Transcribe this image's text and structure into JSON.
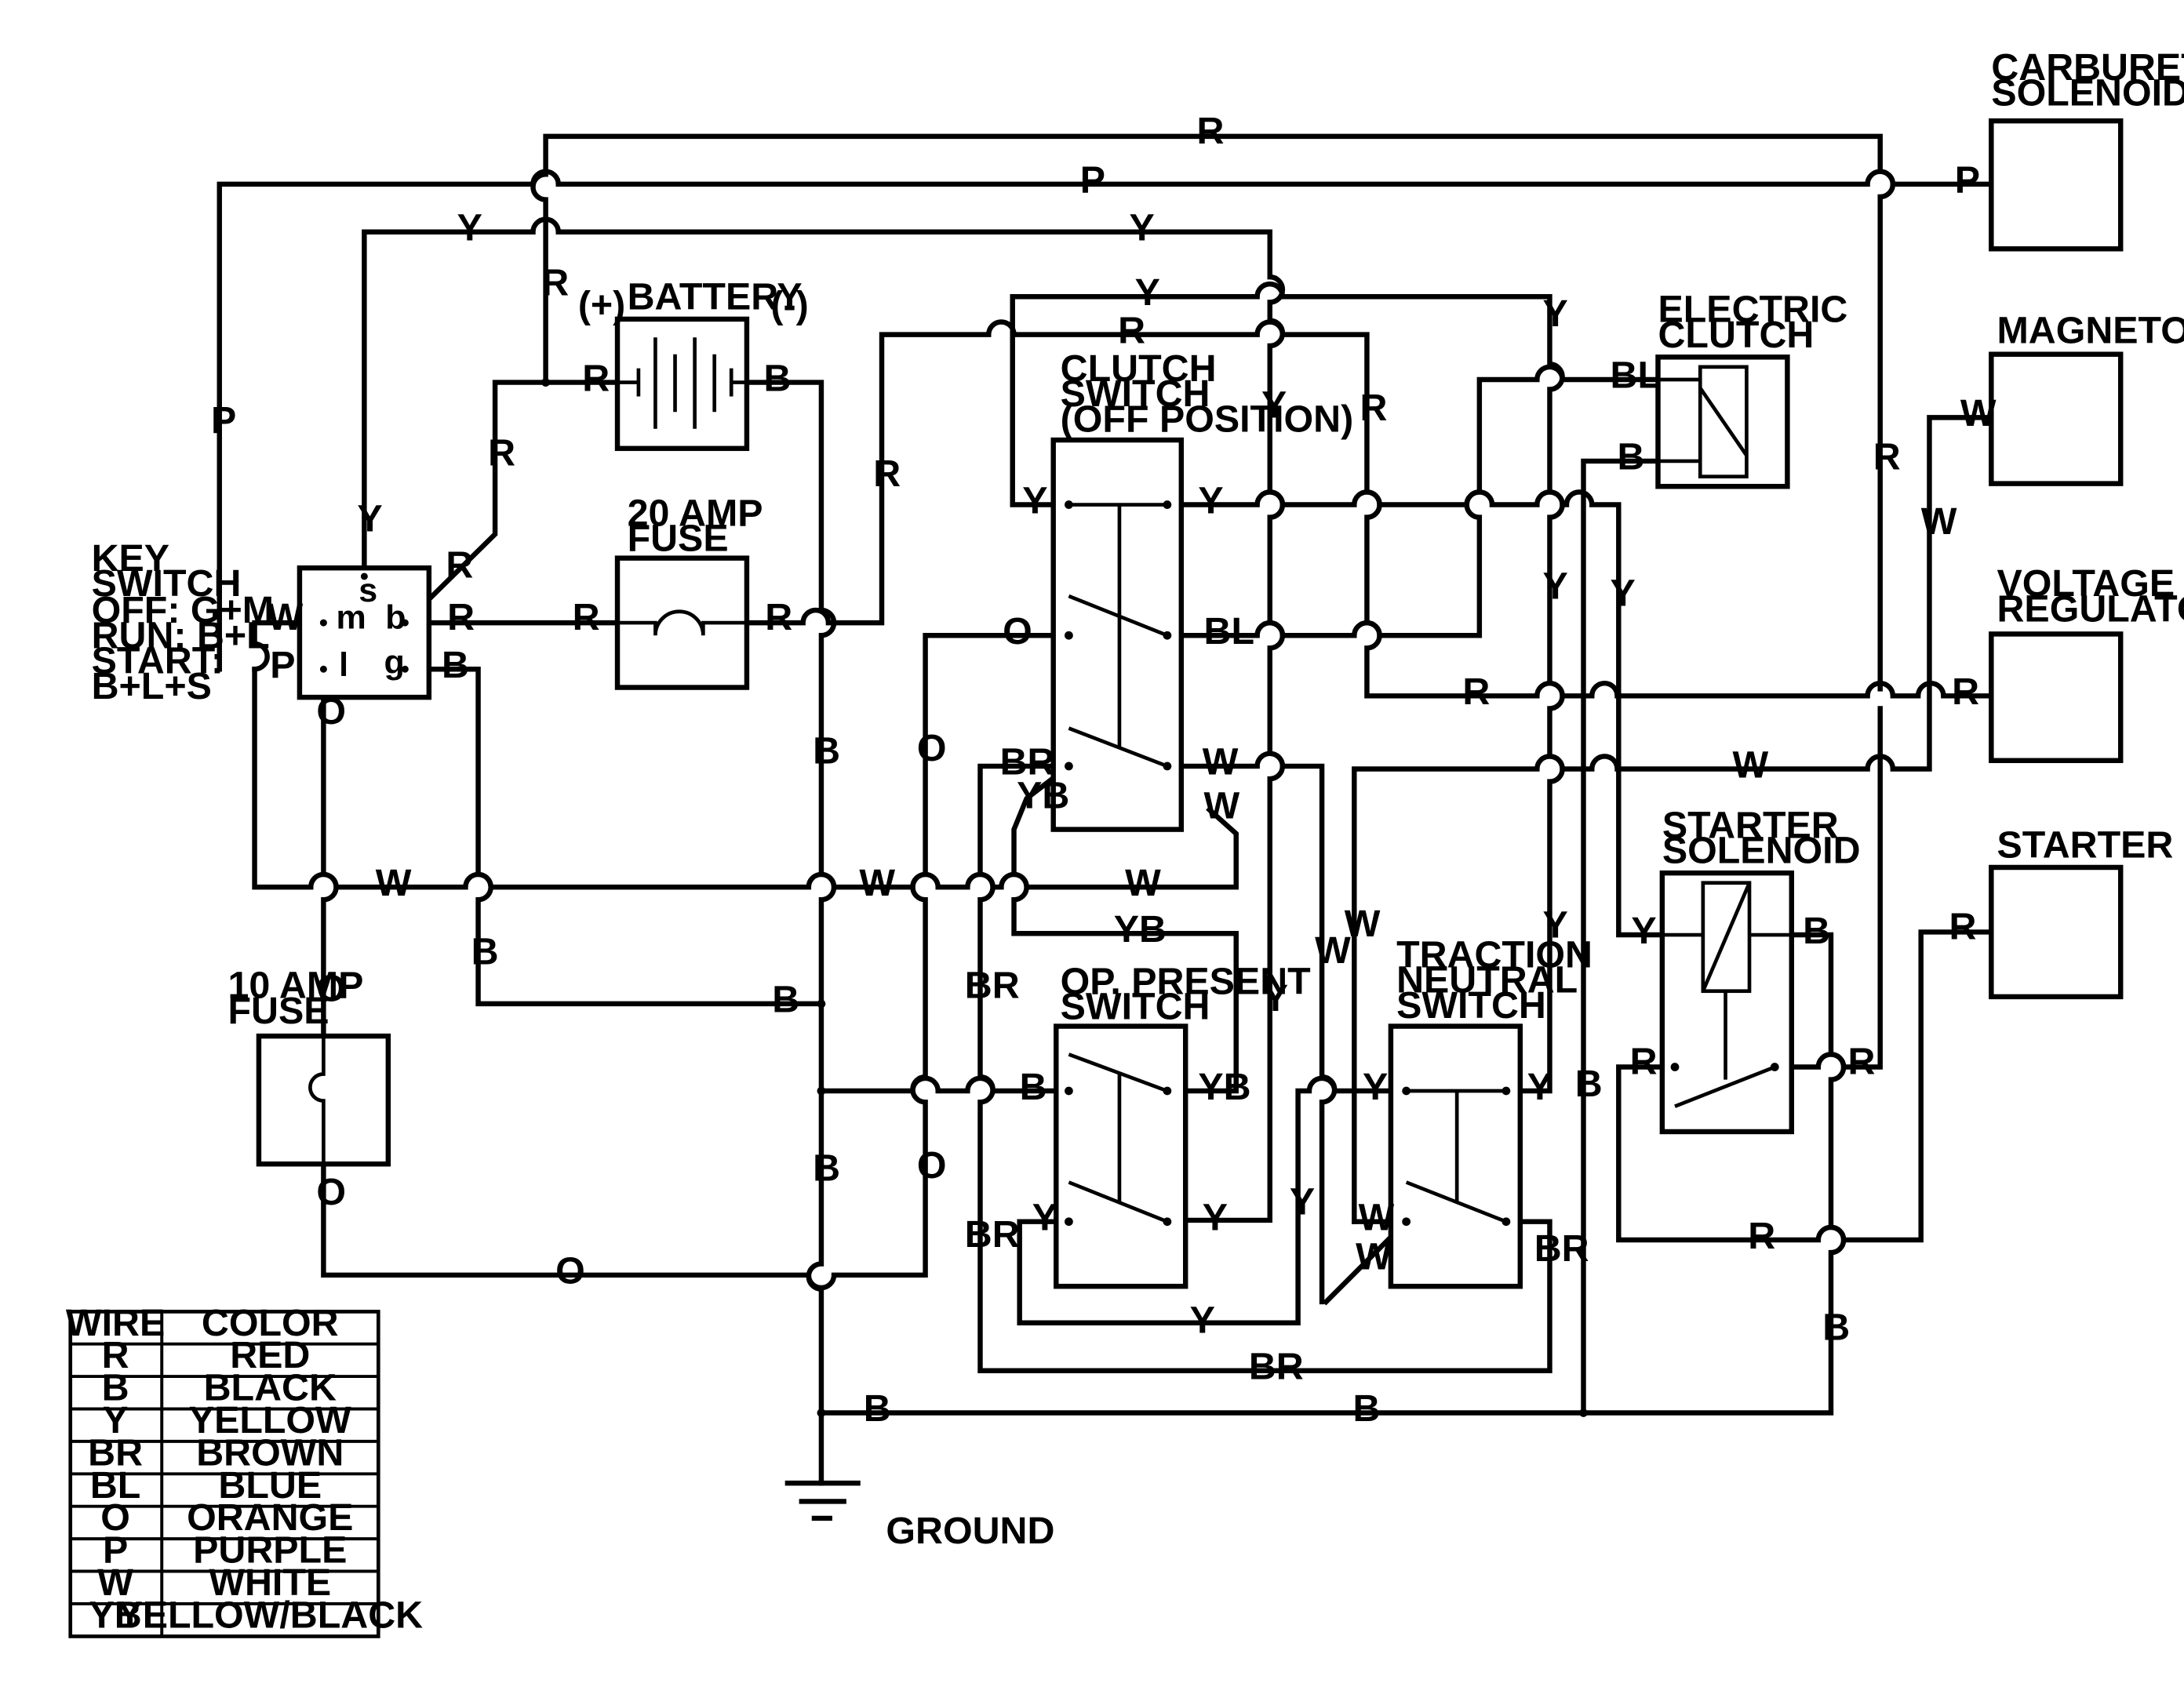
{
  "labels": {
    "carb_l1": "CARBURETOR",
    "carb_l2": "SOLENOID",
    "magneto": "MAGNETO",
    "vr_l1": "VOLTAGE",
    "vr_l2": "REGULATOR",
    "starter": "STARTER",
    "ss_l1": "STARTER",
    "ss_l2": "SOLENOID",
    "ec_l1": "ELECTRIC",
    "ec_l2": "CLUTCH",
    "cs_l1": "CLUTCH",
    "cs_l2": "SWITCH",
    "cs_l3": "(OFF POSITION)",
    "battery": "BATTERY",
    "bat_pos": "(+)",
    "bat_neg": "(-)",
    "f20_l1": "20 AMP",
    "f20_l2": "FUSE",
    "f10_l1": "10 AMP",
    "f10_l2": "FUSE",
    "ks_l1": "KEY",
    "ks_l2": "SWITCH",
    "ks_l3": "OFF: G+M",
    "ks_l4": "RUN: B+L",
    "ks_l5": "START:",
    "ks_l6": "B+L+S",
    "op_l1": "OP. PRESENT",
    "op_l2": "SWITCH",
    "tn_l1": "TRACTION",
    "tn_l2": "NEUTRAL",
    "tn_l3": "SWITCH",
    "ground": "GROUND"
  },
  "key_switch_pins": {
    "s": "s",
    "m": "m",
    "b": "b",
    "l": "l",
    "g": "g"
  },
  "legend": {
    "header": [
      "WIRE",
      "COLOR"
    ],
    "rows": [
      [
        "R",
        "RED"
      ],
      [
        "B",
        "BLACK"
      ],
      [
        "Y",
        "YELLOW"
      ],
      [
        "BR",
        "BROWN"
      ],
      [
        "BL",
        "BLUE"
      ],
      [
        "O",
        "ORANGE"
      ],
      [
        "P",
        "PURPLE"
      ],
      [
        "W",
        "WHITE"
      ],
      [
        "YB",
        "YELLOW/BLACK"
      ]
    ]
  },
  "wire_codes": {
    "r": "R",
    "p": "P",
    "y": "Y",
    "b": "B",
    "o": "O",
    "w": "W",
    "bl": "BL",
    "br": "BR",
    "yb": "YB"
  },
  "colors": {
    "ink": "#000000",
    "paper": "#ffffff"
  }
}
